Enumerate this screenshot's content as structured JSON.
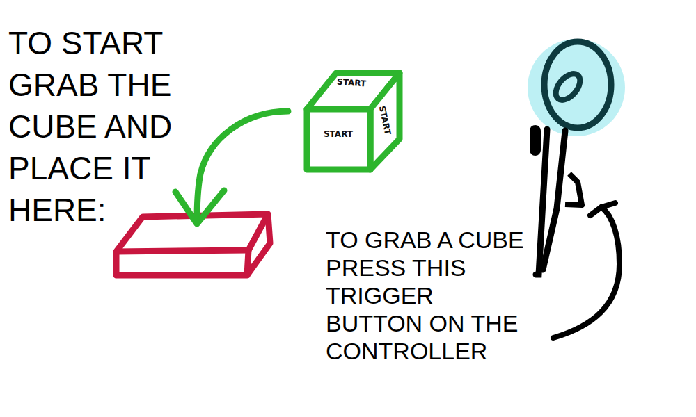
{
  "diagram": {
    "nodes": [
      {
        "text": [
          "START",
          "START",
          "START"
        ]
      }
    ],
    "labels": [
      "TO START GRAB THE CUBE AND PLACE IT HERE:",
      "TO GRAB A CUBE PRESS THIS TRIGGER BUTTON ON THE CONTROLLER"
    ]
  }
}
